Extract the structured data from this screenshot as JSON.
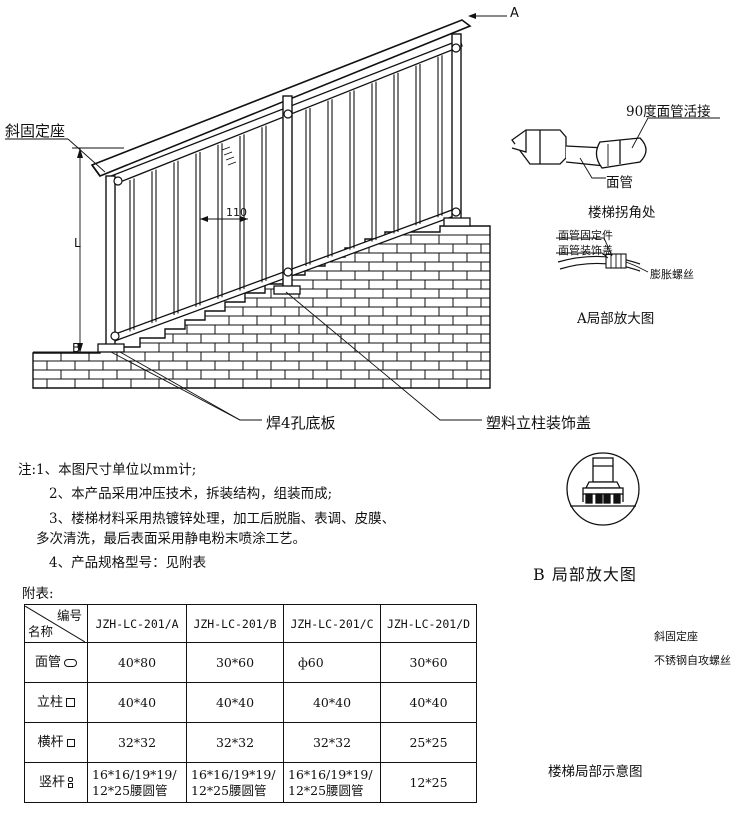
{
  "labels": {
    "marker_a": "A",
    "marker_b": "B",
    "slanted_mount": "斜固定座",
    "dim_110": "110",
    "dim_l": "L",
    "base_plate": "焊4孔底板",
    "plastic_cover": "塑料立柱装饰盖"
  },
  "detail_a": {
    "joint": "90度面管活接",
    "handrail_pipe": "面管",
    "corner_caption": "楼梯拐角处",
    "fixing_part": "面管固定件",
    "decor_cover": "面管装饰盖",
    "expansion_bolt": "膨胀螺丝",
    "caption": "A局部放大图"
  },
  "detail_b": {
    "caption": "B 局部放大图"
  },
  "detail_c": {
    "slanted_mount": "斜固定座",
    "screw": "不锈钢自攻螺丝",
    "caption": "楼梯局部示意图"
  },
  "notes": {
    "line1": "注:1、本图尺寸单位以mm计;",
    "line2": "2、本产品采用冲压技术，拆装结构，组装而成;",
    "line3a": "3、楼梯材料采用热镀锌处理，加工后脱脂、表调、皮膜、",
    "line3b": "多次清洗，最后表面采用静电粉末喷涂工艺。",
    "line4": "4、产品规格型号：见附表"
  },
  "table": {
    "title": "附表:",
    "header_code": "编号",
    "header_name": "名称",
    "models": [
      "JZH-LC-201/A",
      "JZH-LC-201/B",
      "JZH-LC-201/C",
      "JZH-LC-201/D"
    ],
    "rows": [
      {
        "name": "面管",
        "icon": "oval-tube-icon",
        "values": [
          "40*80",
          "30*60",
          "ф60",
          "30*60"
        ]
      },
      {
        "name": "立柱",
        "icon": "square-tube-icon",
        "values": [
          "40*40",
          "40*40",
          "40*40",
          "40*40"
        ]
      },
      {
        "name": "横杆",
        "icon": "square-tube-icon",
        "values": [
          "32*32",
          "32*32",
          "32*32",
          "25*25"
        ]
      },
      {
        "name": "竖杆",
        "icon": "small-tube-icon",
        "values": [
          "16*16/19*19/\n12*25腰圆管",
          "16*16/19*19/\n12*25腰圆管",
          "16*16/19*19/\n12*25腰圆管",
          "12*25"
        ]
      }
    ]
  }
}
